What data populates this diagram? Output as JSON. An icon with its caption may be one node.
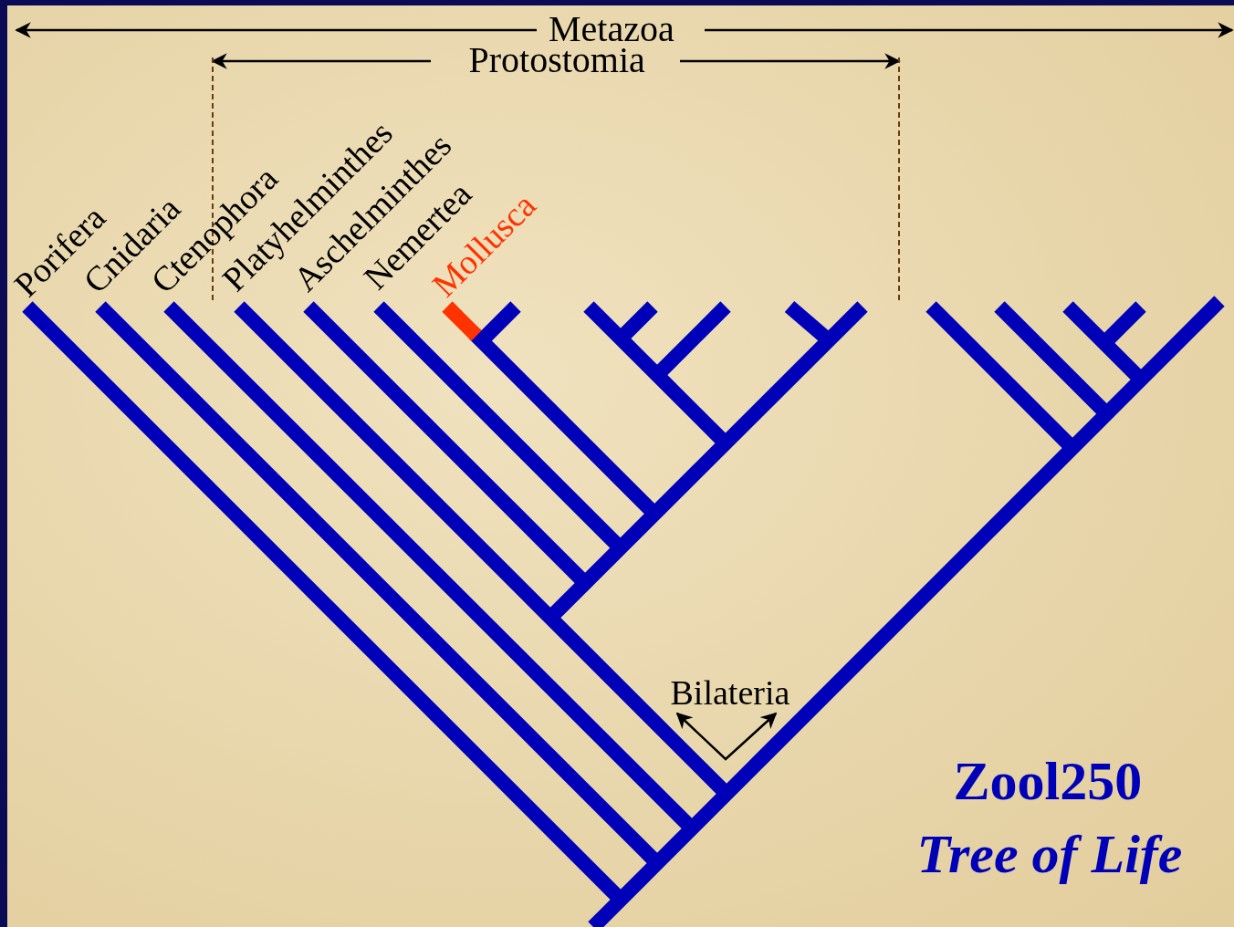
{
  "diagram": {
    "labels": [
      "Metazoa",
      "Protostomia",
      "Porifera",
      "Cnidaria",
      "Ctenophora",
      "Platyhelminthes",
      "Aschelminthes",
      "Nemertea",
      "Mollusca",
      "Bilateria",
      "Zool250",
      "Tree of Life"
    ]
  }
}
